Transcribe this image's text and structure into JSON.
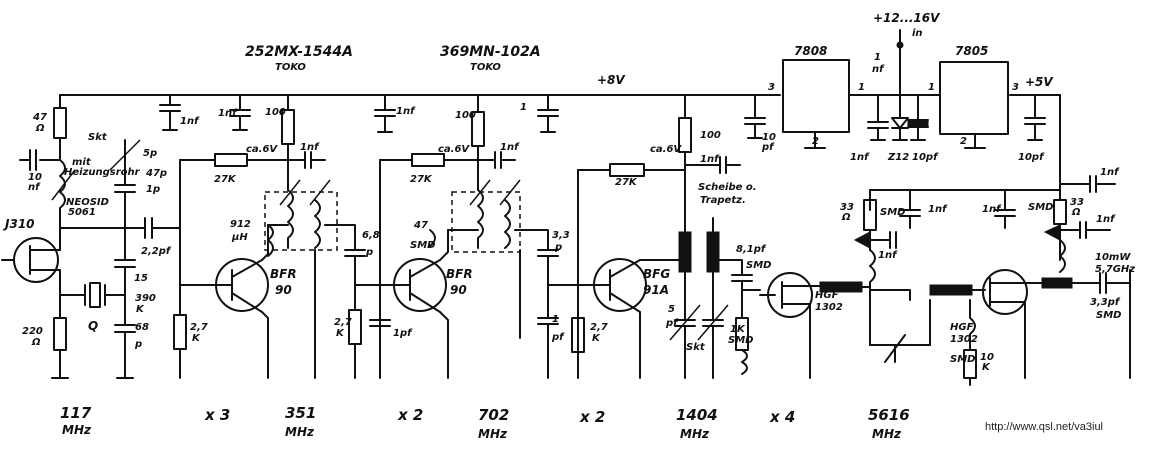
{
  "parts": {
    "toko1": "252MX-1544A",
    "toko2": "369MN-102A",
    "toko_brand": "TOKO",
    "supply_in": "+12...16V",
    "supply_in_sub": "in",
    "rail_8v": "+8V",
    "rail_5v": "+5V",
    "reg1": "7808",
    "reg2": "7805",
    "reg_pin1": "1",
    "reg_pin2": "2",
    "reg_pin3": "3",
    "jfet": "J310",
    "neosid1": "NEOSID",
    "neosid2": "5061",
    "mit": "mit",
    "mit2": "Heizungsrohr",
    "crystal": "Q",
    "q1": "BFR",
    "q1b": "90",
    "q2": "BFR",
    "q2b": "90",
    "q3": "BFG",
    "q3b": "91A",
    "hgf1": "HGF",
    "hgf1b": "1302",
    "hgf2": "HGF",
    "hgf2b": "1302",
    "smd": "SMD",
    "ko": "K",
    "scheibe": "Scheibe o.",
    "trapetz": "Trapetz.",
    "ca6v_1": "ca.6V",
    "ca6v_2": "ca.6V",
    "ca6v_3": "ca.6V",
    "out_power": "10mW",
    "out_freq": "5,7GHz",
    "zd": "Z12"
  },
  "values": {
    "r47": "47",
    "r47u": "Ω",
    "c10nf": "10",
    "c10nfu": "nf",
    "c5p": "5p",
    "skt": "Skt",
    "c47p": "47p",
    "c1p": "1p",
    "c22p": "2,2pf",
    "c15": "15",
    "c68": "68",
    "cp": "p",
    "r220": "220",
    "ohm": "Ω",
    "r390": "390",
    "kk": "K",
    "l912": "912",
    "uh": "μH",
    "r27k": "27K",
    "c1nf": "1nf",
    "r100": "100",
    "r2k7": "2,7",
    "c68p": "6,8",
    "pf": "pf",
    "p": "p",
    "c1pf": "1pf",
    "c33": "3,3",
    "c1": "1",
    "c81p": "8,1pf",
    "r1k": "1K",
    "c5": "5",
    "pl": "pf",
    "c10p": "10",
    "c10pf": "10pf",
    "r33": "33",
    "c33pf": "3,3pf",
    "r10k": "10",
    "smd1": "SMD",
    "nf": "nf",
    "c1u": "1"
  },
  "stages": [
    {
      "freq": "117",
      "unit": "MHz"
    },
    {
      "mult": "x 3"
    },
    {
      "freq": "351",
      "unit": "MHz"
    },
    {
      "mult": "x 2"
    },
    {
      "freq": "702",
      "unit": "MHz"
    },
    {
      "mult": "x 2"
    },
    {
      "freq": "1404",
      "unit": "MHz"
    },
    {
      "mult": "x 4"
    },
    {
      "freq": "5616",
      "unit": "MHz"
    }
  ],
  "url": "http://www.qsl.net/va3iul"
}
